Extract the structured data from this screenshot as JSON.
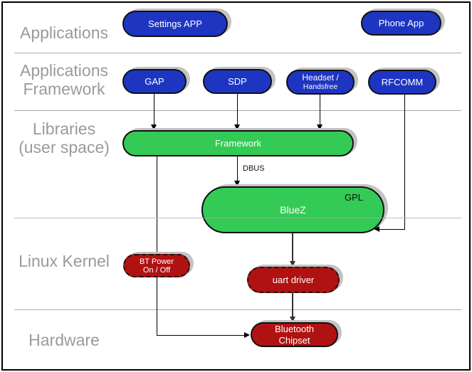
{
  "layers": {
    "applications": {
      "label": "Applications"
    },
    "app_framework": {
      "line1": "Applications",
      "line2": "Framework"
    },
    "libraries": {
      "line1": "Libraries",
      "line2": "(user space)"
    },
    "kernel": {
      "label": "Linux Kernel"
    },
    "hardware": {
      "label": "Hardware"
    }
  },
  "nodes": {
    "settings_app": {
      "label": "Settings APP"
    },
    "phone_app": {
      "label": "Phone App"
    },
    "gap": {
      "label": "GAP"
    },
    "sdp": {
      "label": "SDP"
    },
    "headset": {
      "line1": "Headset /",
      "line2": "Handsfree"
    },
    "rfcomm": {
      "label": "RFCOMM"
    },
    "framework": {
      "label": "Framework"
    },
    "bluez": {
      "label": "BlueZ",
      "badge": "GPL"
    },
    "bt_power": {
      "line1": "BT Power",
      "line2": "On / Off"
    },
    "uart_driver": {
      "label": "uart driver"
    },
    "bt_chipset": {
      "line1": "Bluetooth",
      "line2": "Chipset"
    }
  },
  "edge_labels": {
    "dbus": "DBUS"
  },
  "colors": {
    "app_blue": "#1e35c2",
    "lib_green": "#33cb55",
    "kernel_red": "#b01212",
    "label_gray": "#9a9a9a",
    "divider_gray": "#a9a9a9",
    "shadow_gray": "#c3c3c3",
    "line_black": "#000000"
  }
}
